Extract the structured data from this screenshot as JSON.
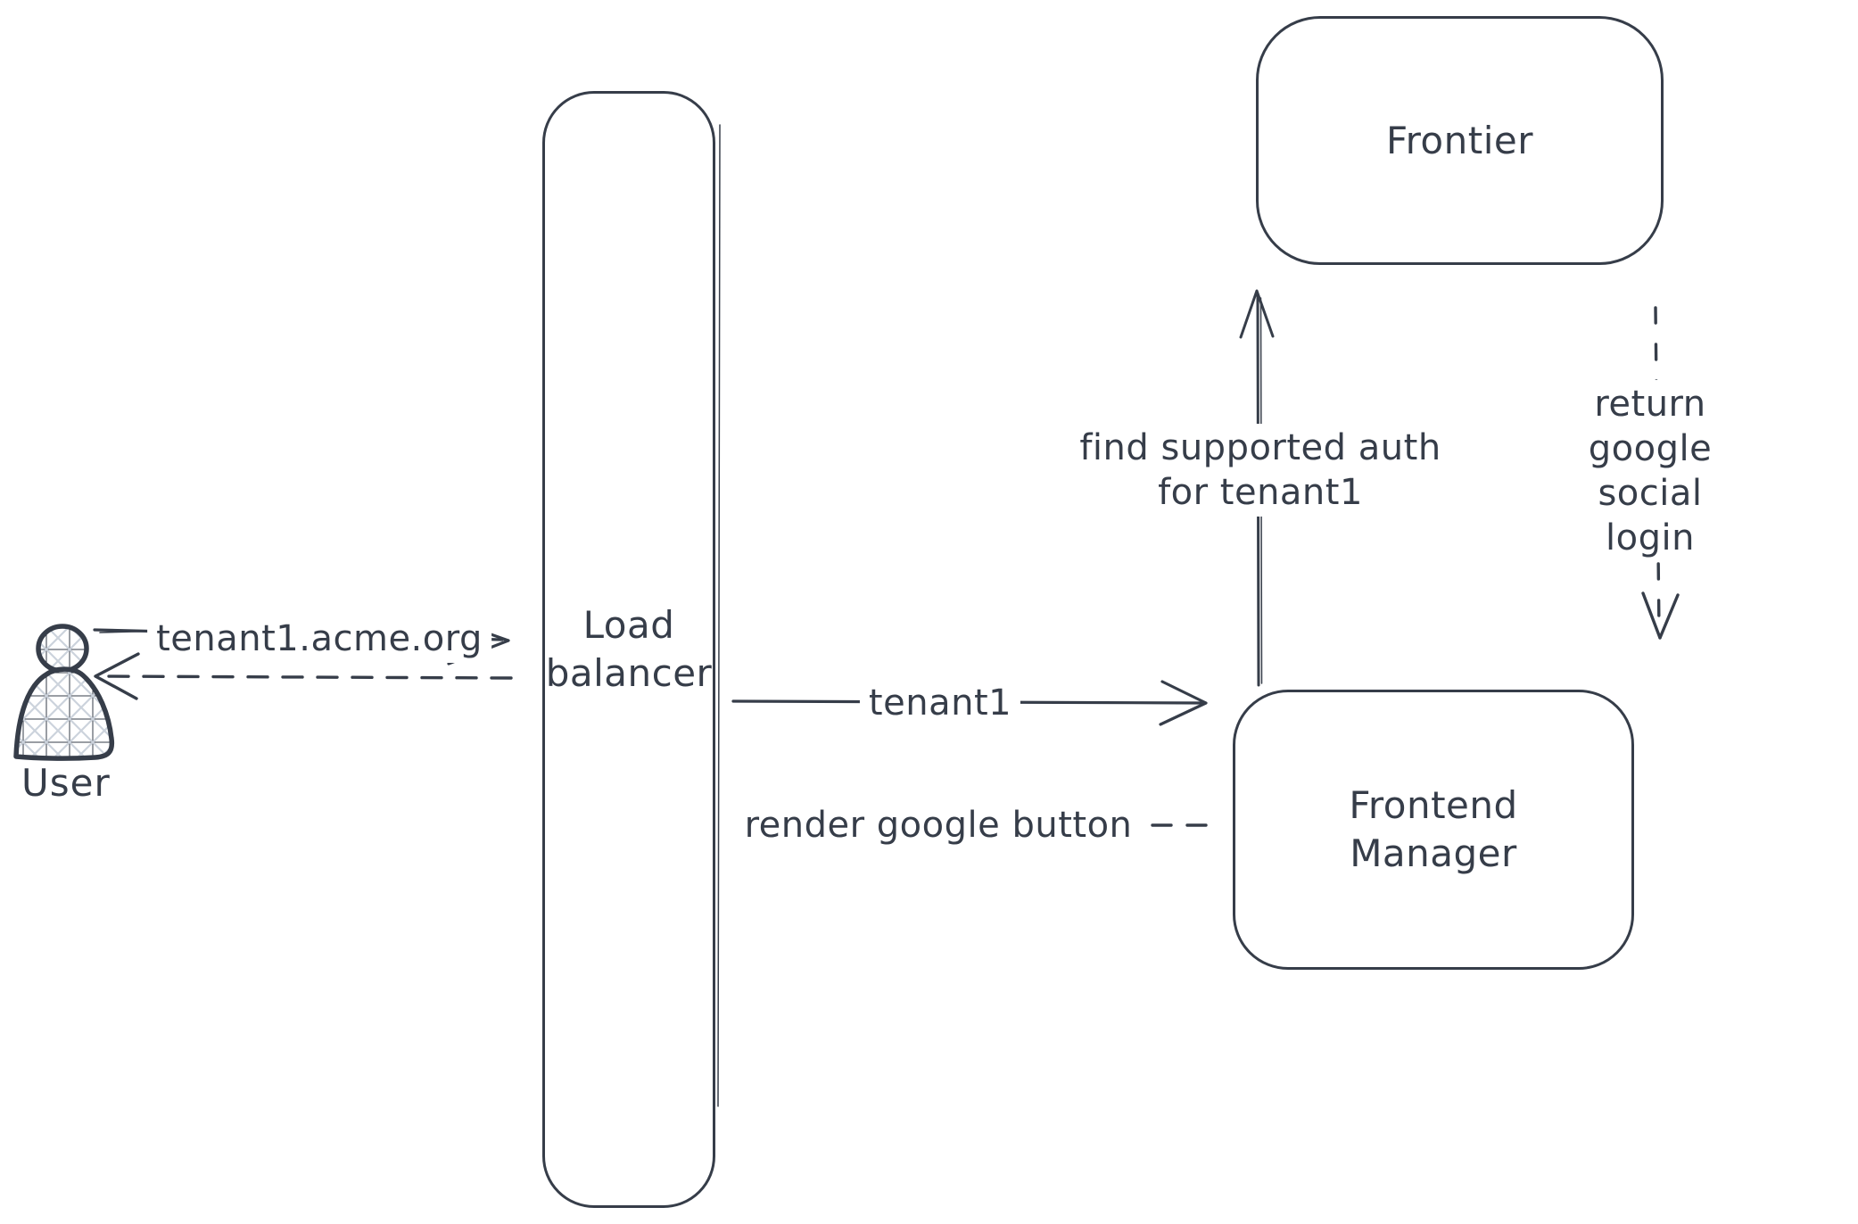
{
  "palette": {
    "stroke": "#363d49",
    "hatch": "#ccd3dc",
    "background": "#ffffff"
  },
  "actor": {
    "label": "User",
    "icon": "person-icon"
  },
  "nodes": {
    "load_balancer": {
      "label": "Load\nbalancer"
    },
    "frontier": {
      "label": "Frontier"
    },
    "frontend_manager": {
      "label": "Frontend\nManager"
    }
  },
  "edges": {
    "user_to_lb": {
      "label": "tenant1.acme.org",
      "style": "solid",
      "direction": "right"
    },
    "lb_to_user": {
      "label": "",
      "style": "dashed",
      "direction": "left"
    },
    "lb_to_fm": {
      "label": "tenant1",
      "style": "solid",
      "direction": "right"
    },
    "fm_to_lb": {
      "label": "render google button",
      "style": "dashed",
      "direction": "left"
    },
    "fm_to_frontier": {
      "label": "find supported auth\nfor tenant1",
      "style": "solid",
      "direction": "up"
    },
    "frontier_to_fm": {
      "label": "return google social\nlogin",
      "style": "dashed",
      "direction": "down"
    }
  }
}
